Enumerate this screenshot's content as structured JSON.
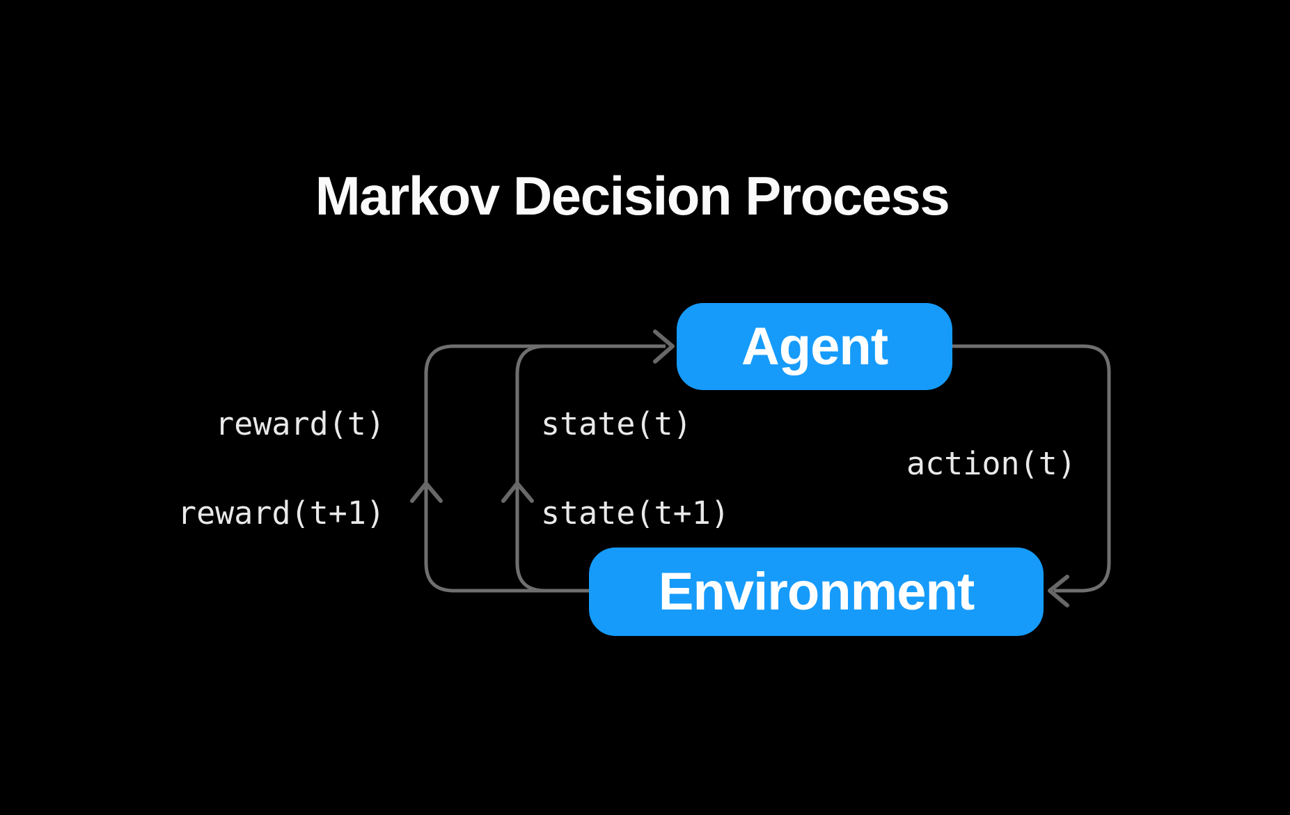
{
  "title": "Markov Decision Process",
  "nodes": {
    "agent": {
      "label": "Agent"
    },
    "environment": {
      "label": "Environment"
    }
  },
  "edge_labels": {
    "reward_t": "reward(t)",
    "reward_t_plus_1": "reward(t+1)",
    "state_t": "state(t)",
    "state_t_plus_1": "state(t+1)",
    "action_t": "action(t)"
  },
  "edges": [
    {
      "from": "environment",
      "to": "agent",
      "labels": [
        "reward(t)",
        "reward(t+1)"
      ],
      "direction": "up"
    },
    {
      "from": "environment",
      "to": "agent",
      "labels": [
        "state(t)",
        "state(t+1)"
      ],
      "direction": "up"
    },
    {
      "from": "agent",
      "to": "environment",
      "labels": [
        "action(t)"
      ],
      "direction": "down"
    }
  ],
  "colors": {
    "background": "#000000",
    "node_fill": "#169BFA",
    "node_text": "#ffffff",
    "line": "#6F6F6F",
    "arrowhead": "#686868",
    "label_text": "#E9E9E9",
    "title_text": "#FAFAFA"
  }
}
